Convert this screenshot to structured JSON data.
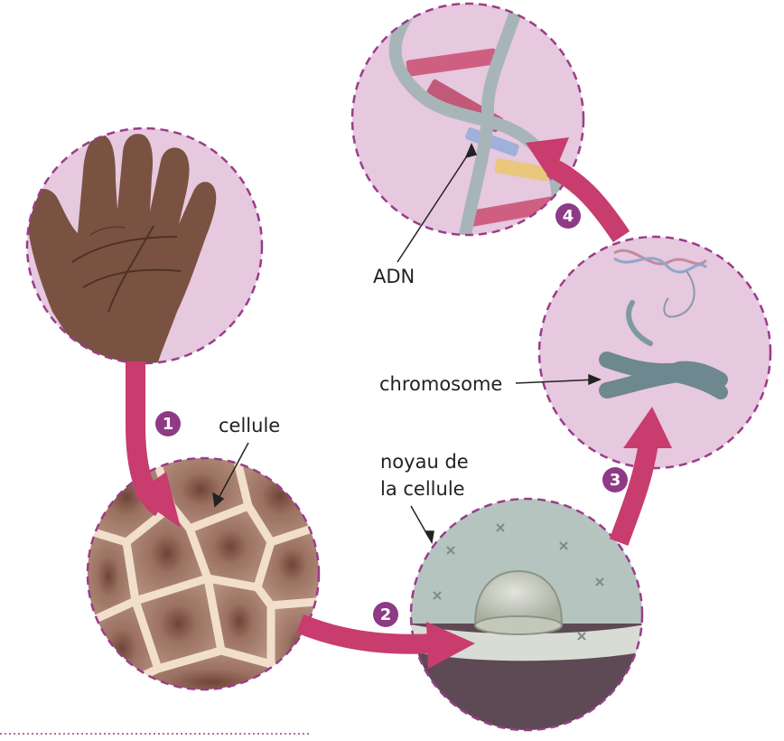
{
  "labels": {
    "adn": "ADN",
    "chromosome": "chromosome",
    "cellule": "cellule",
    "noyau_line1": "noyau de",
    "noyau_line2": "la cellule"
  },
  "steps": [
    "1",
    "2",
    "3",
    "4"
  ],
  "colors": {
    "circle_fill": "#e6c8df",
    "dash": "#9a3d8a",
    "arrow": "#c83c6e",
    "badge": "#8e3a86",
    "skin": "#7a5241",
    "cell_wall": "#f1dfcb",
    "cell_body": "#a67f6d",
    "dna_backbone": "#a8b5b8",
    "nucleus_wall": "#c9d3cf"
  }
}
